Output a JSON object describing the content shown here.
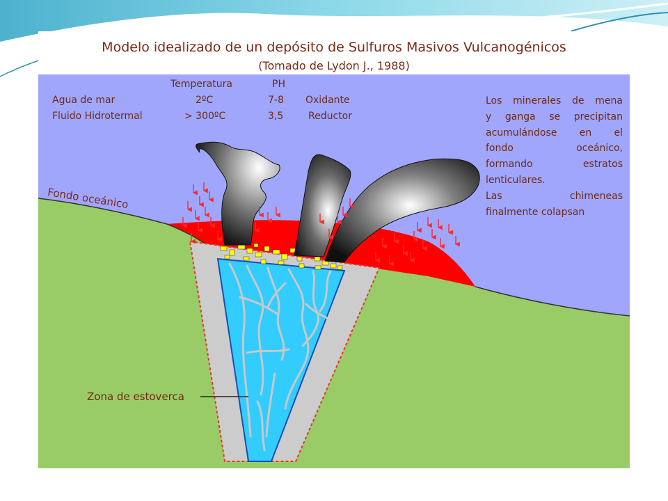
{
  "slide": {
    "title": "Modelo idealizado de un depósito de Sulfuros Masivos Vulcanogénicos",
    "subtitle": "(Tomado de Lydon J., 1988)"
  },
  "table": {
    "headers": {
      "temperature": "Temperatura",
      "ph": "PH"
    },
    "rows": [
      {
        "name": "Agua de mar",
        "temperature": "2ºC",
        "ph": "7-8",
        "state": "Oxidante"
      },
      {
        "name": "Fluido Hidrotermal",
        "temperature": "> 300ºC",
        "ph": "3,5",
        "state": "Reductor"
      }
    ]
  },
  "note": {
    "lines": [
      "Los minerales de mena",
      "y ganga se precipitan",
      "acumulándose en el",
      "fondo oceánico,",
      "formando estratos",
      "lenticulares.",
      "Las chimeneas",
      "finalmente colapsan"
    ]
  },
  "labels": {
    "seafloor": "Fondo oceánico",
    "stockwork": "Zona de estoverca"
  },
  "colors": {
    "sea": "#a0a6fc",
    "ground": "#99cc66",
    "lens": "#ff0000",
    "pipe": "#33ccff",
    "alteration": "#cccccc",
    "text": "#6e2a16",
    "sulfide": "#ffff00"
  }
}
